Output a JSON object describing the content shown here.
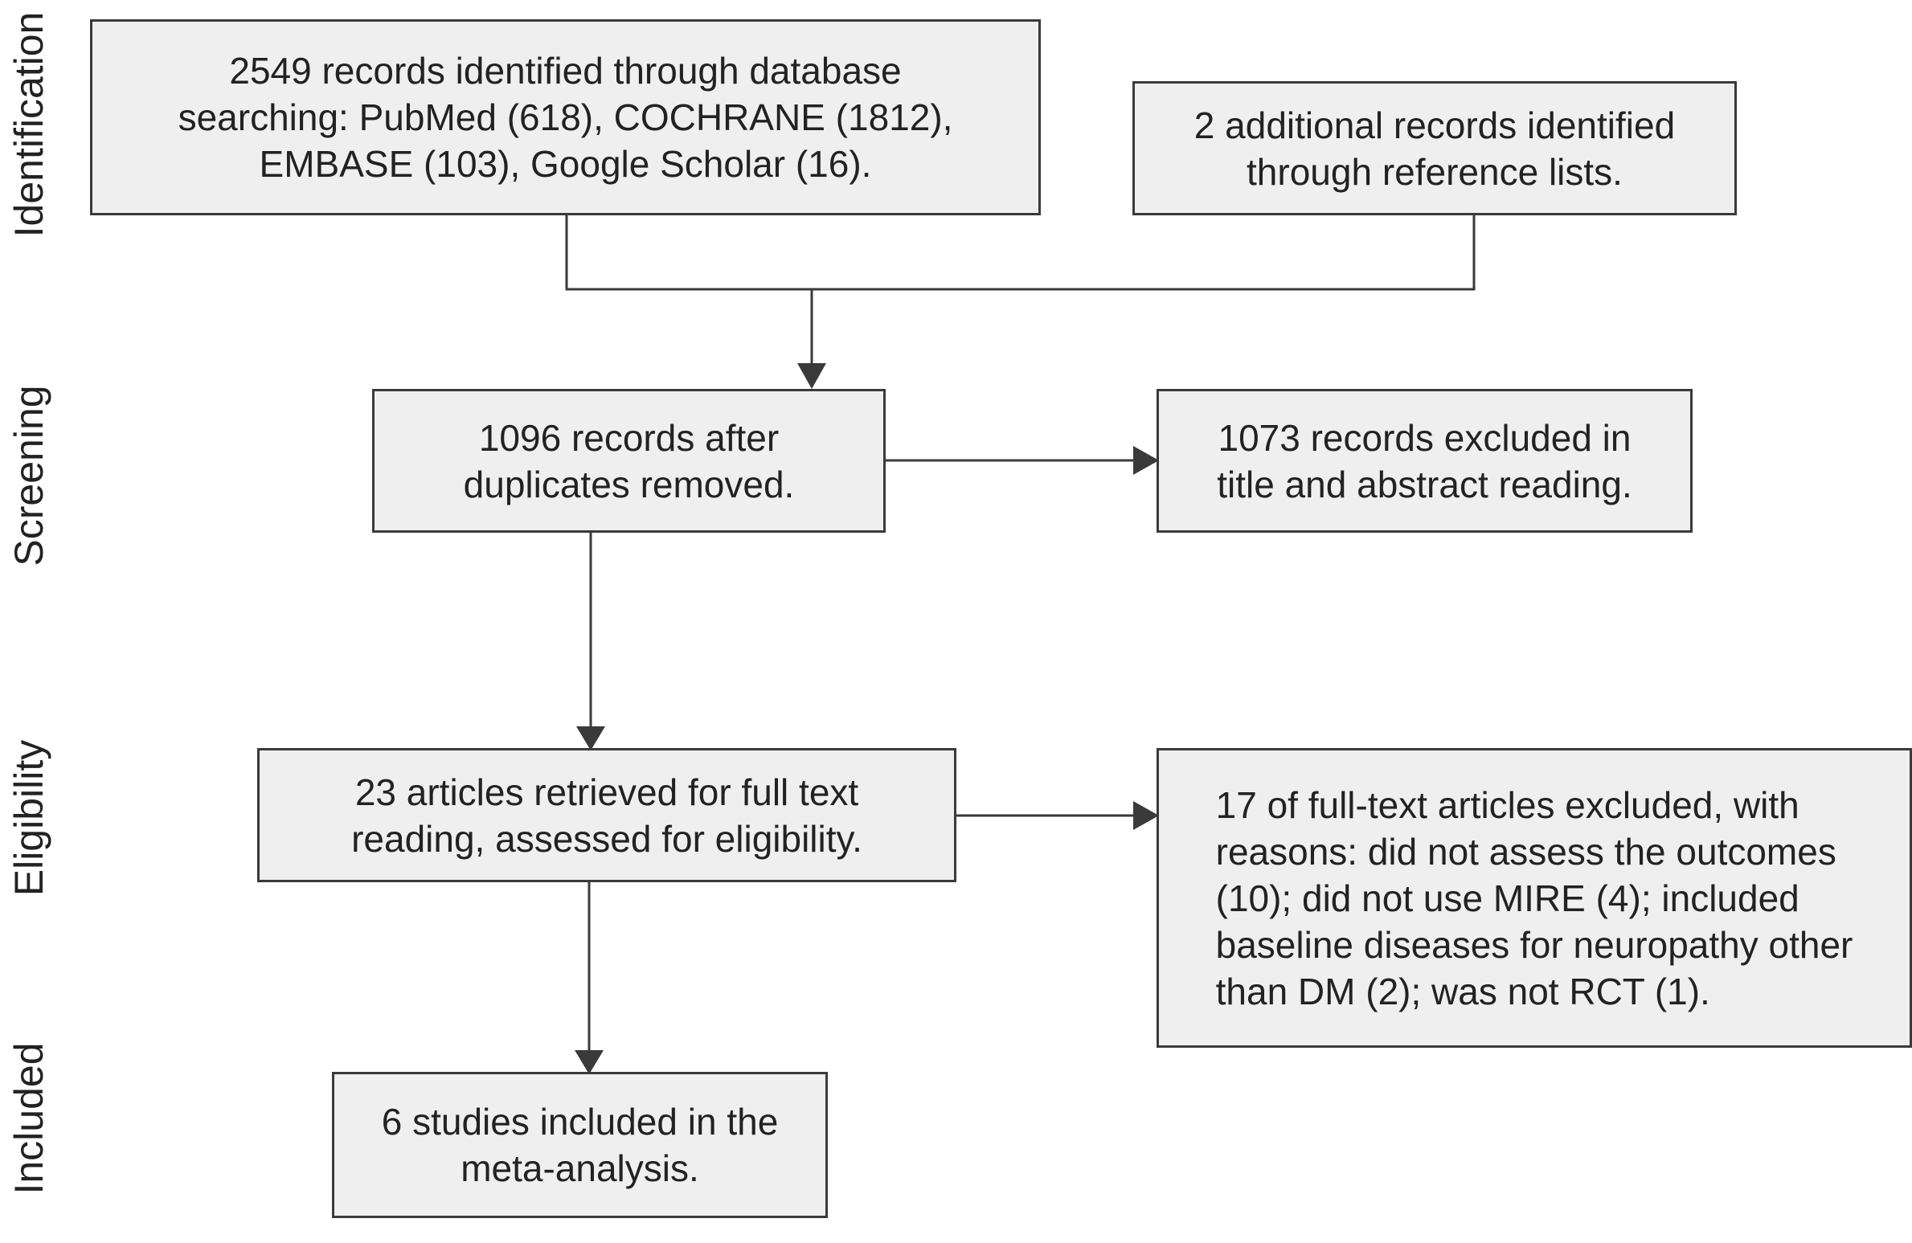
{
  "stages": {
    "identification": "Identification",
    "screening": "Screening",
    "eligibility": "Eligibility",
    "included": "Included"
  },
  "boxes": {
    "records_identified": "2549 records identified through database\nsearching: PubMed (618), COCHRANE (1812),\nEMBASE (103), Google Scholar (16).",
    "additional_records": "2 additional records identified\nthrough reference lists.",
    "after_duplicates": "1096 records after\nduplicates removed.",
    "excluded_title_abstract": "1073 records excluded in\ntitle and abstract reading.",
    "full_text_retrieved": "23 articles retrieved for full text\nreading, assessed for eligibility.",
    "full_text_excluded": "17 of full-text articles excluded, with\nreasons: did not assess the outcomes\n(10); did not use MIRE (4); included\nbaseline diseases for neuropathy other\nthan DM (2); was not RCT (1).",
    "included_studies": "6 studies included in the\nmeta-analysis."
  },
  "colors": {
    "box_fill": "#efefef",
    "stroke": "#3a3a3a",
    "text": "#222222"
  }
}
